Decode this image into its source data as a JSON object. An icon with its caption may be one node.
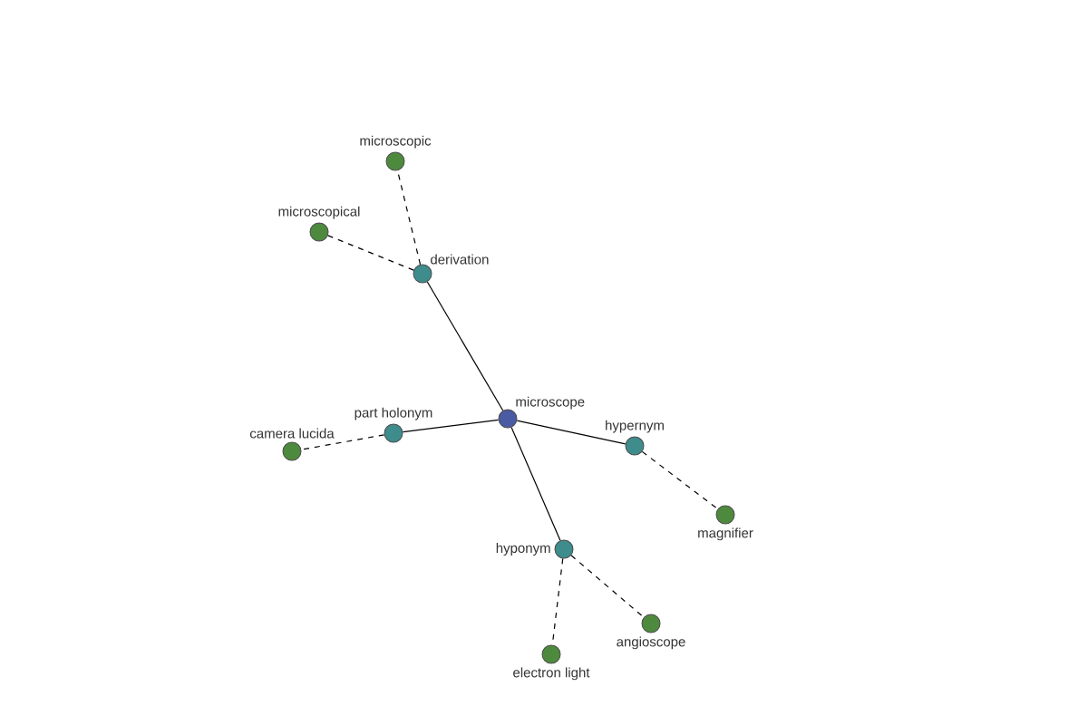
{
  "diagram": {
    "nodes": [
      {
        "text": [
          "microscope"
        ]
      },
      {
        "text": [
          "derivation"
        ]
      },
      {
        "text": [
          "microscopic"
        ]
      },
      {
        "text": [
          "microscopical"
        ]
      },
      {
        "text": [
          "part holonym"
        ]
      },
      {
        "text": [
          "camera lucida"
        ]
      },
      {
        "text": [
          "hypernym"
        ]
      },
      {
        "text": [
          "magnifier"
        ]
      },
      {
        "text": [
          "hyponym"
        ]
      },
      {
        "text": [
          "angioscope"
        ]
      },
      {
        "text": [
          "electron light"
        ]
      }
    ],
    "edges": [
      {
        "from": 0,
        "to": 1,
        "arrow": "none"
      },
      {
        "from": 1,
        "to": 2,
        "arrow": "none",
        "style": "dashed"
      },
      {
        "from": 1,
        "to": 3,
        "arrow": "none",
        "style": "dashed"
      },
      {
        "from": 0,
        "to": 4,
        "arrow": "none"
      },
      {
        "from": 4,
        "to": 5,
        "arrow": "none",
        "style": "dashed"
      },
      {
        "from": 0,
        "to": 6,
        "arrow": "none"
      },
      {
        "from": 6,
        "to": 7,
        "arrow": "none",
        "style": "dashed"
      },
      {
        "from": 0,
        "to": 8,
        "arrow": "none"
      },
      {
        "from": 8,
        "to": 9,
        "arrow": "none",
        "style": "dashed"
      },
      {
        "from": 8,
        "to": 10,
        "arrow": "none",
        "style": "dashed"
      }
    ]
  }
}
